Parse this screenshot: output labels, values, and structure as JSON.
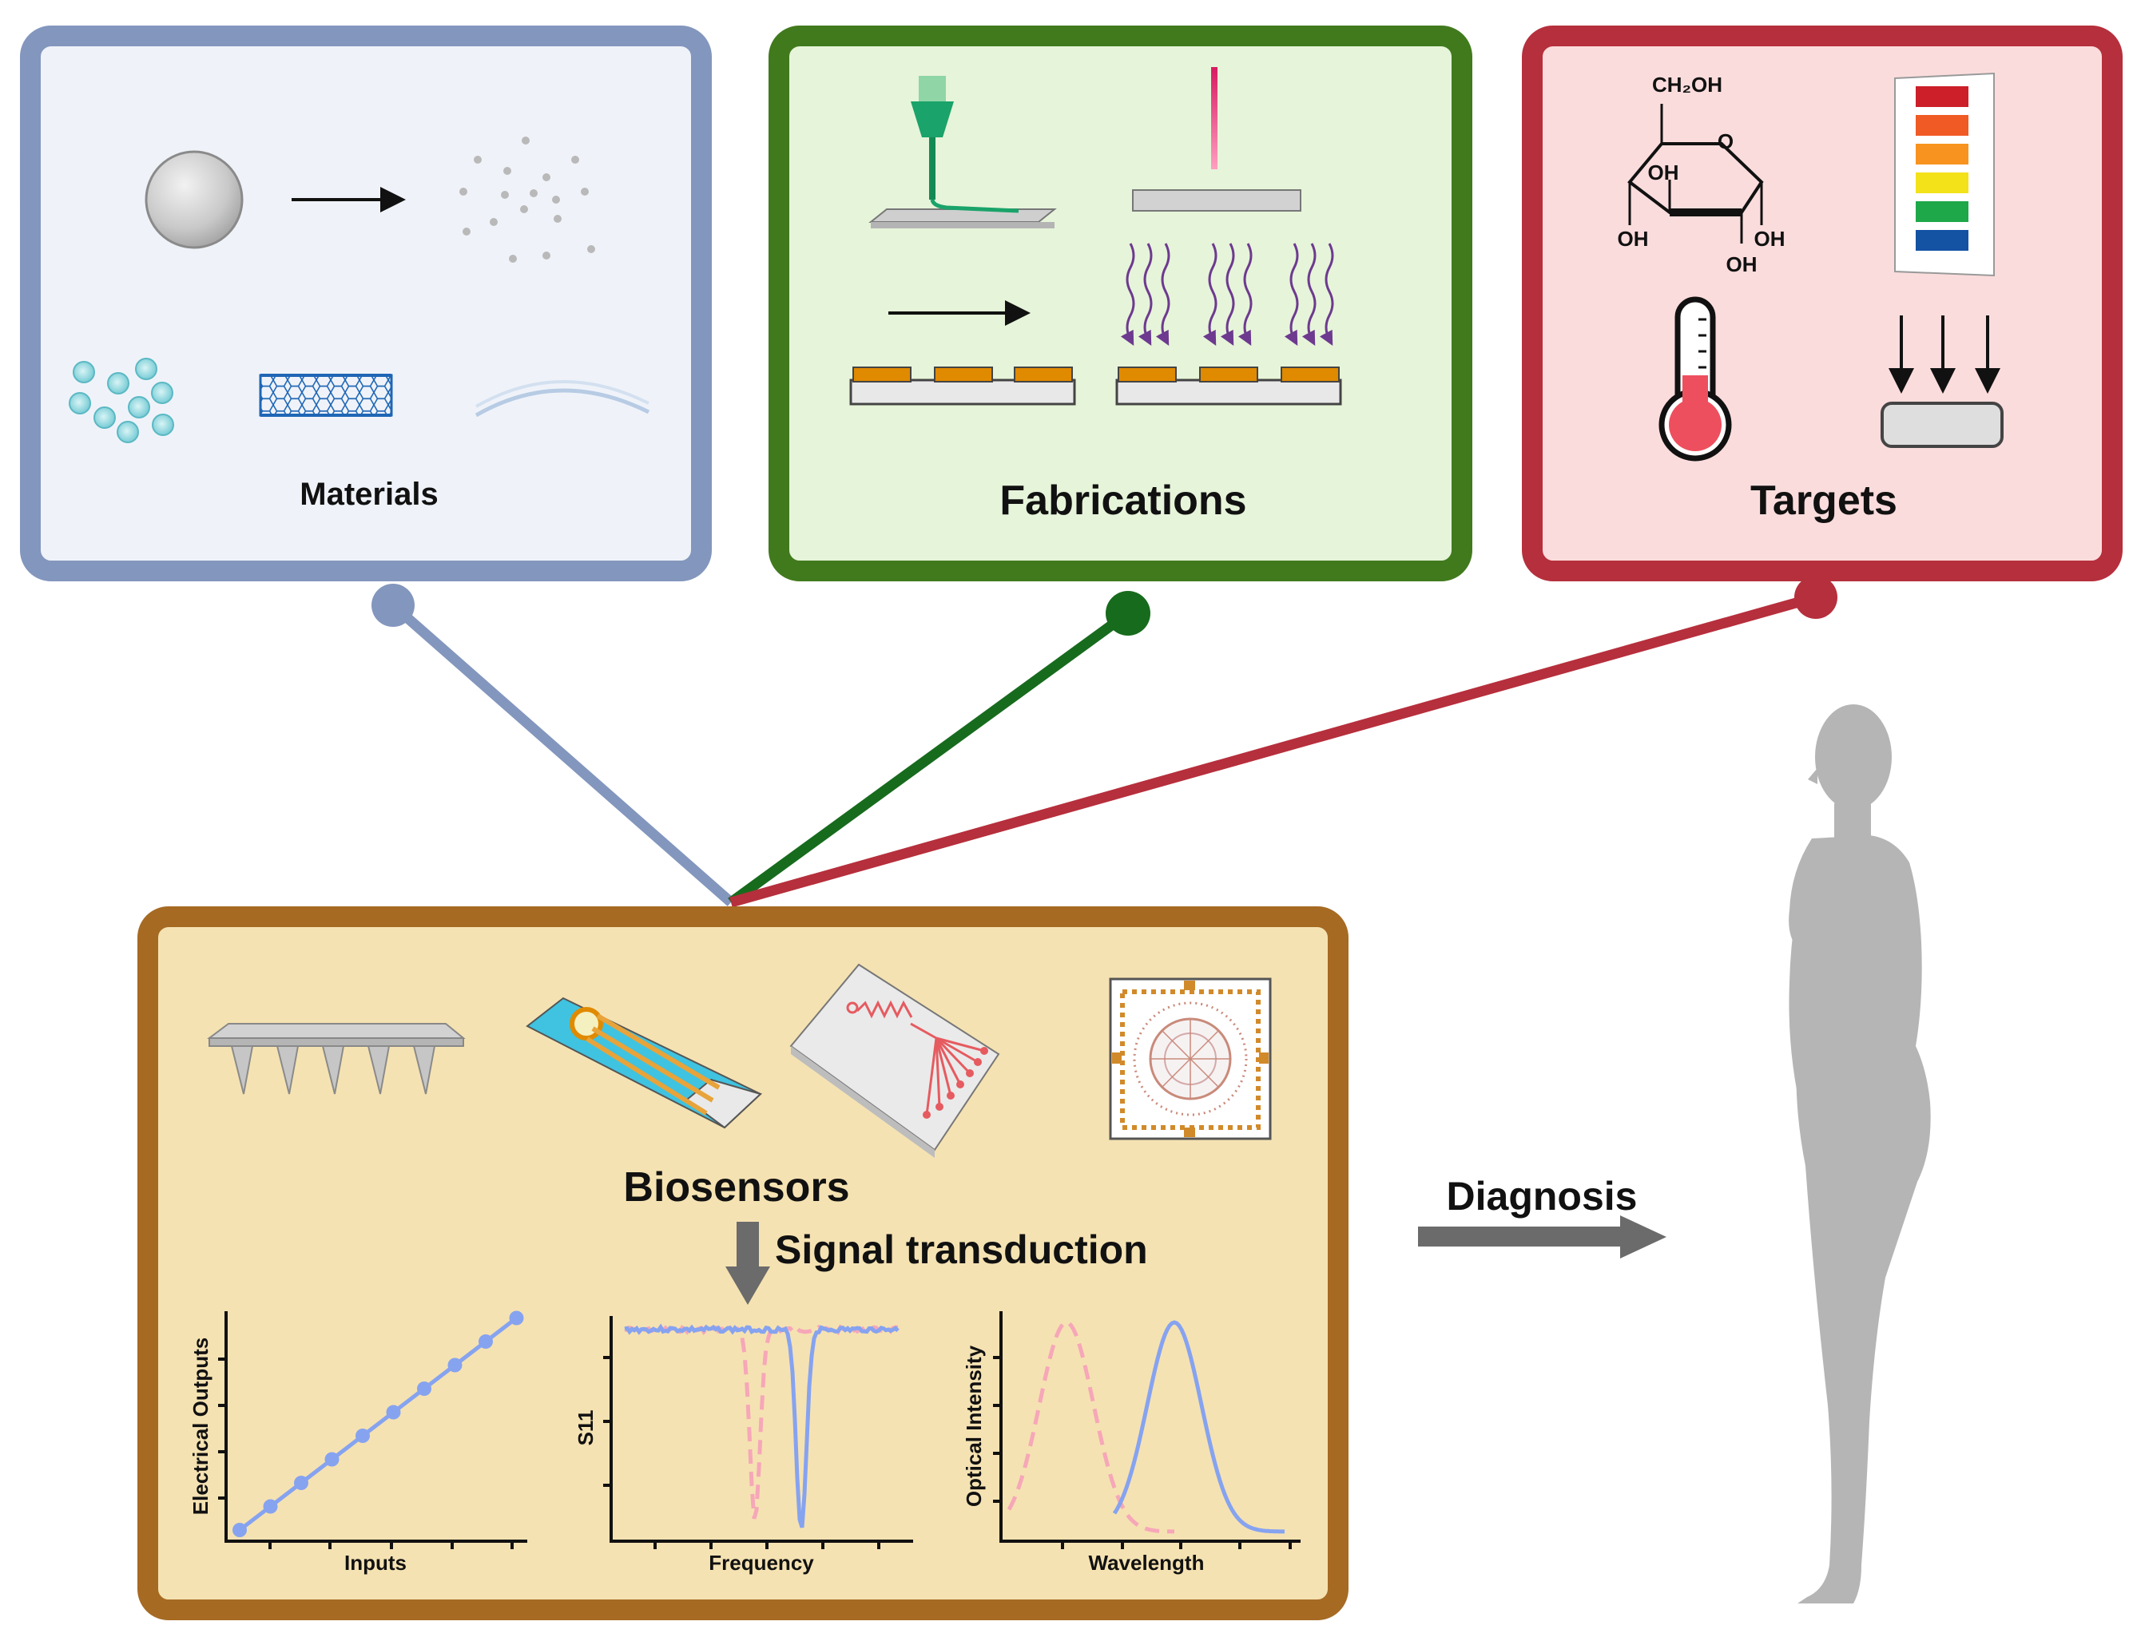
{
  "panels": {
    "materials": {
      "title": "Materials",
      "border_color": "#8396bd",
      "fill_color": "#eff3f9"
    },
    "fabrications": {
      "title": "Fabrications",
      "border_color": "#417a1d",
      "fill_color": "#e6f4d9"
    },
    "targets": {
      "title": "Targets",
      "border_color": "#b62f3c",
      "fill_color": "#fbdcdc"
    },
    "biosensors": {
      "title": "Biosensors",
      "border_color": "#a66a23",
      "fill_color": "#f5e2b2"
    }
  },
  "targets": {
    "glucose": {
      "ch2oh": "CH₂OH",
      "ring_o": "O",
      "oh_1": "OH",
      "oh_2": "OH",
      "oh_3": "OH",
      "oh_4": "OH"
    },
    "ph_strip_colors": [
      "#cc1f2a",
      "#f05a24",
      "#f7931e",
      "#f3e11a",
      "#1ea849",
      "#1452a3"
    ]
  },
  "signal_transduction": {
    "label": "Signal transduction"
  },
  "diagnosis": {
    "label": "Diagnosis"
  },
  "plots": {
    "electrical": {
      "ylabel": "Electrical Outputs",
      "xlabel": "Inputs"
    },
    "rf": {
      "ylabel": "S11",
      "xlabel": "Frequency"
    },
    "optical": {
      "ylabel": "Optical Intensity",
      "xlabel": "Wavelength"
    }
  },
  "colors": {
    "plot_primary": "#86a3f0",
    "plot_secondary": "#f6a7b8",
    "arrow_gray": "#6b6b6b",
    "human_gray": "#b5b5b5"
  }
}
